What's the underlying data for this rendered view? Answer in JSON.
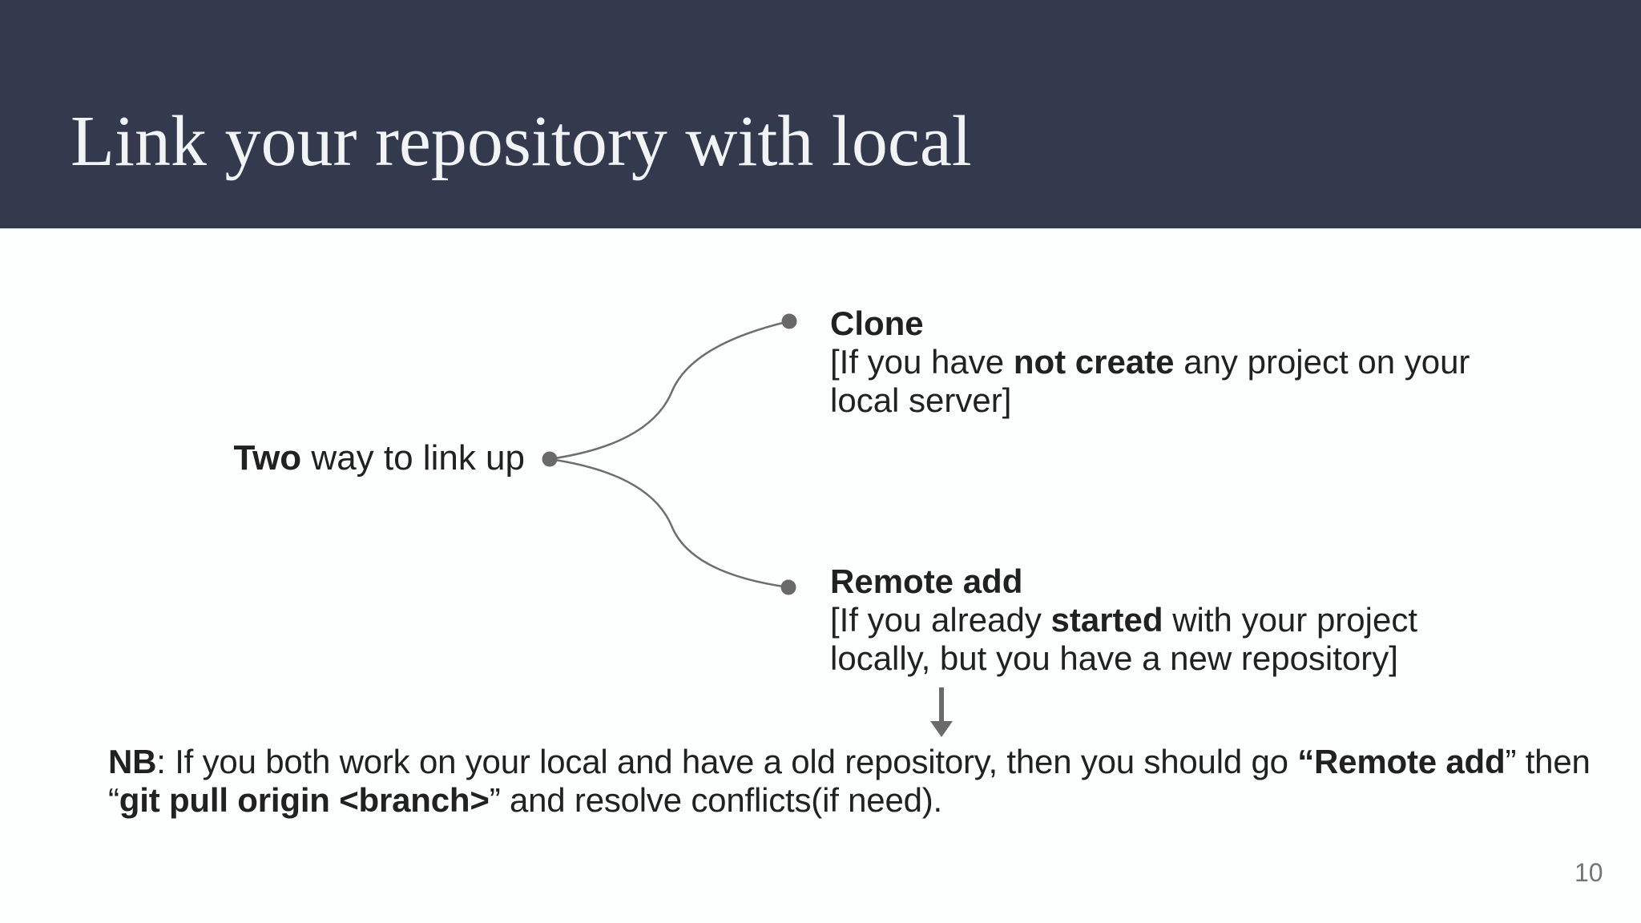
{
  "slide": {
    "title": "Link your repository with local",
    "page_number": "10"
  },
  "diagram": {
    "root_label": {
      "bold": "Two",
      "rest": " way to link up"
    },
    "branches": {
      "clone": {
        "heading": "Clone",
        "line1": {
          "r1": "[If you have ",
          "b1": "not create",
          "r2": " any project on your"
        },
        "line2": "local server]"
      },
      "remote": {
        "heading": "Remote add",
        "line1": {
          "r1": "[If you already ",
          "b1": "started",
          "r2": " with your project"
        },
        "line2": "locally, but you have a new repository]"
      }
    }
  },
  "note": {
    "line1": {
      "b1": "NB",
      "r1": ": If you both work on your local and have a old repository, then you should go ",
      "b2": "“Remote add",
      "r2": "” then"
    },
    "line2": {
      "r1": "“",
      "b1": "git pull origin <branch>",
      "r2": "” and resolve conflicts(if need)."
    }
  },
  "colors": {
    "header_bg": "#343A4E",
    "title_text": "#F1F3F4",
    "body_text": "#212121",
    "connector_gray": "#6E6E6E",
    "node_dot_gray": "#696969",
    "arrow_gray": "#6A6A6A",
    "page_number_gray": "#757575",
    "slide_bg": "#FDFEFE"
  }
}
